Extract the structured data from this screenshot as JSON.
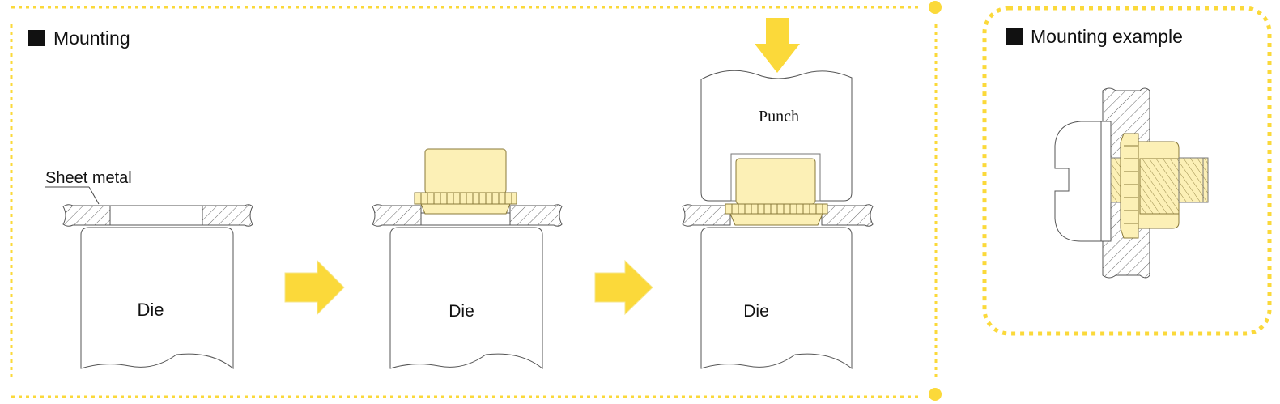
{
  "sections": {
    "mounting_title": "Mounting",
    "example_title": "Mounting example"
  },
  "labels": {
    "sheet_metal": "Sheet metal",
    "die_1": "Die",
    "die_2": "Die",
    "die_3": "Die",
    "punch": "Punch"
  },
  "colors": {
    "accent": "#FBD93A",
    "part_fill": "#FCF0B6",
    "part_stroke": "#8A7A3A",
    "line": "#555555"
  }
}
